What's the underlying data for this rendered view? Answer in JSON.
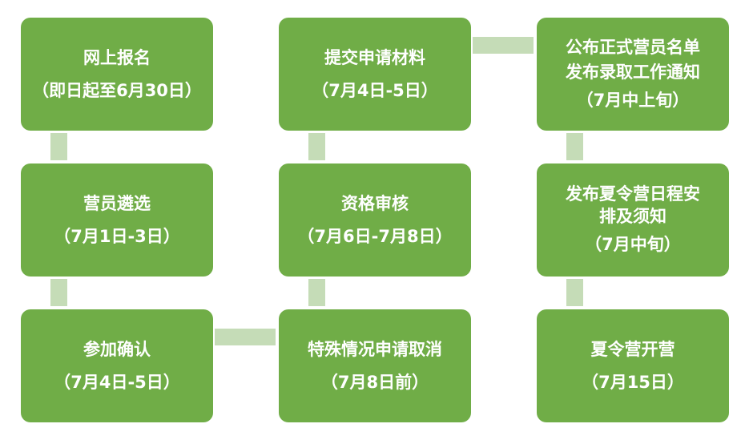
{
  "steps": [
    {
      "title": "网上报名",
      "date": "（即日起至6月30日）"
    },
    {
      "title": "营员遴选",
      "date": "（7月1日-3日）"
    },
    {
      "title": "参加确认",
      "date": "（7月4日-5日）"
    },
    {
      "title": "提交申请材料",
      "date": "（7月4日-5日）"
    },
    {
      "title": "资格审核",
      "date": "（7月6日-7月8日）"
    },
    {
      "title": "特殊情况申请取消",
      "date": "（7月8日前）"
    },
    {
      "title": "公布正式营员名单\n发布录取工作通知",
      "date": "（7月中上旬）"
    },
    {
      "title": "发布夏令营日程安\n排及须知",
      "date": "（7月中旬）"
    },
    {
      "title": "夏令营开营",
      "date": "（7月15日）"
    }
  ],
  "colors": {
    "box": "#70ad47",
    "connector": "#c5dcb7",
    "text": "#ffffff"
  }
}
